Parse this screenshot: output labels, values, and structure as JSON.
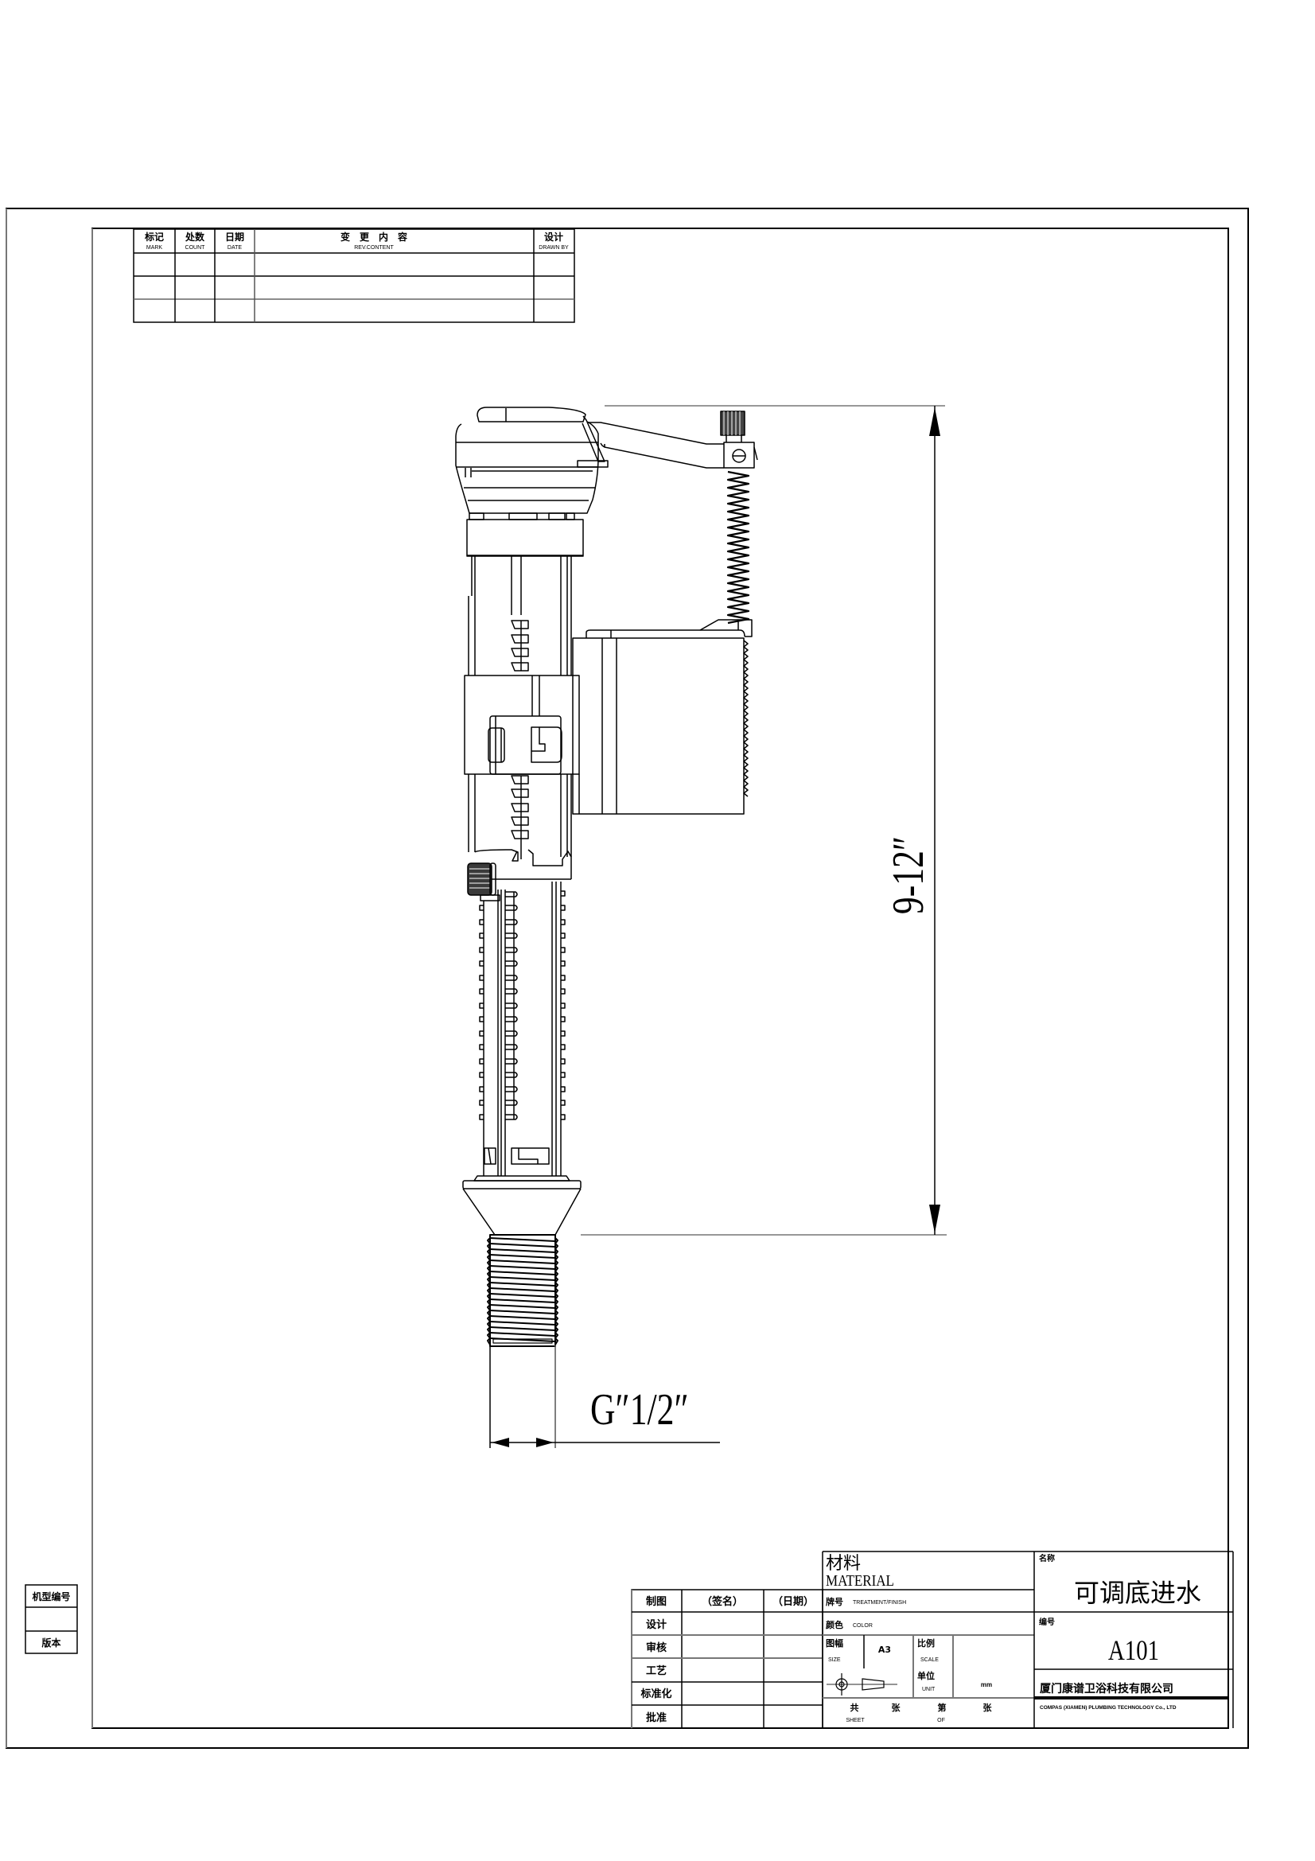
{
  "revision_table": {
    "headers": [
      {
        "cn": "标记",
        "en": "MARK"
      },
      {
        "cn": "处数",
        "en": "COUNT"
      },
      {
        "cn": "日期",
        "en": "DATE"
      },
      {
        "cn": "变　更　内　容",
        "en": "REV.CONTENT"
      },
      {
        "cn": "设计",
        "en": "DRAWN BY"
      }
    ],
    "rows": [
      [
        "",
        "",
        "",
        "",
        ""
      ],
      [
        "",
        "",
        "",
        "",
        ""
      ],
      [
        "",
        "",
        "",
        "",
        ""
      ]
    ]
  },
  "side_table": {
    "model_no_label": "机型编号",
    "model_no_value": "",
    "version_label": "版本"
  },
  "dimensions": {
    "height_label": "9-12″",
    "thread_label": "G″1/2″"
  },
  "title_block": {
    "approval_rows": [
      {
        "role": "制图",
        "signature": "（签名）",
        "date": "（日期）"
      },
      {
        "role": "设计",
        "signature": "",
        "date": ""
      },
      {
        "role": "审核",
        "signature": "",
        "date": ""
      },
      {
        "role": "工艺",
        "signature": "",
        "date": ""
      },
      {
        "role": "标准化",
        "signature": "",
        "date": ""
      },
      {
        "role": "批准",
        "signature": "",
        "date": ""
      }
    ],
    "material_cn": "材料",
    "material_en": "MATERIAL",
    "treatment_cn": "牌号",
    "treatment_en": "TREATMENT/FINISH",
    "color_cn": "颜色",
    "color_en": "COLOR",
    "size_cn": "图幅",
    "size_en": "SIZE",
    "size_value": "A3",
    "scale_cn": "比例",
    "scale_en": "SCALE",
    "scale_value": "",
    "unit_cn": "单位",
    "unit_en": "UNIT",
    "unit_value": "mm",
    "sheet_total_cn": "共",
    "sheet_unit_cn": "张",
    "sheet_en": "SHEET",
    "sheet_of_cn": "第",
    "sheet_of_unit_cn": "张",
    "of_en": "OF",
    "name_label": "名称",
    "name_value": "可调底进水",
    "code_label": "编号",
    "code_value": "A101",
    "company_cn": "厦门康谱卫浴科技有限公司",
    "company_en": "COMPAS (XIAMEN)  PLUMBING TECHNOLOGY Co., LTD"
  }
}
